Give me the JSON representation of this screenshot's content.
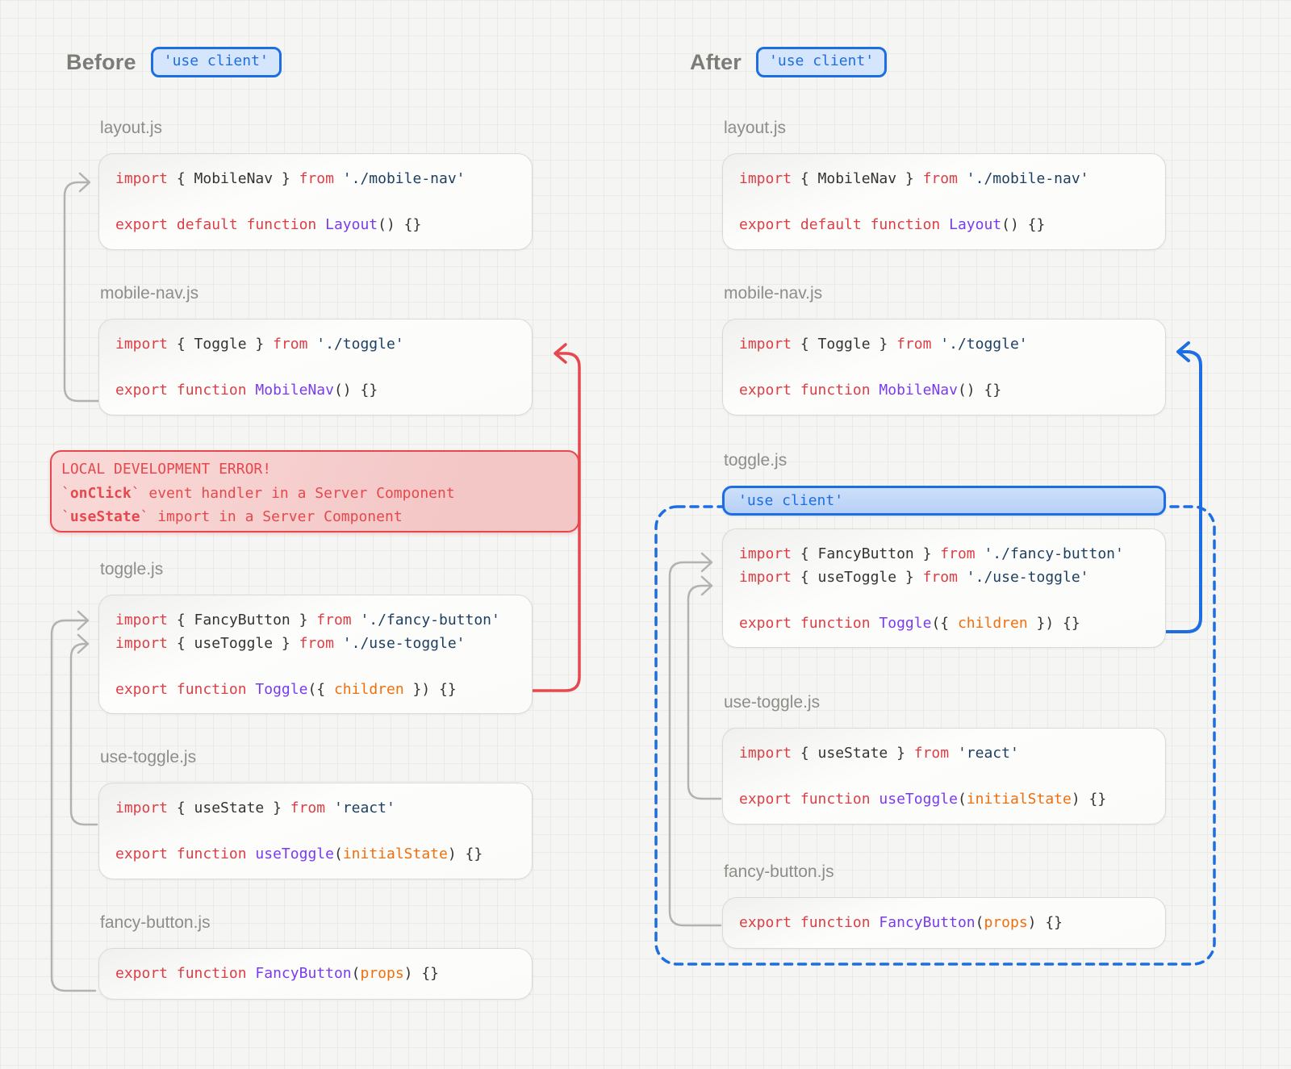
{
  "badge_label": "'use client'",
  "colors": {
    "accent_blue": "#1d6ee2",
    "error_red": "#e5484d",
    "arrow_gray": "#b4b2ae",
    "keyword_red": "#dc3e45",
    "string_navy": "#1d3f62",
    "function_purple": "#7a3bec",
    "param_orange": "#ee6f0e"
  },
  "before": {
    "heading": "Before",
    "files": [
      {
        "name": "layout.js",
        "height": 120,
        "lines": [
          {
            "gap": false,
            "tokens": [
              {
                "c": "kw",
                "t": "import"
              },
              {
                "c": "pl",
                "t": " { MobileNav } "
              },
              {
                "c": "kw",
                "t": "from"
              },
              {
                "c": "str",
                "t": " './mobile-nav'"
              }
            ]
          },
          {
            "gap": true,
            "tokens": [
              {
                "c": "kw",
                "t": "export"
              },
              {
                "c": "pl",
                "t": " "
              },
              {
                "c": "kw",
                "t": "default"
              },
              {
                "c": "pl",
                "t": " "
              },
              {
                "c": "kw",
                "t": "function"
              },
              {
                "c": "pl",
                "t": " "
              },
              {
                "c": "fn",
                "t": "Layout"
              },
              {
                "c": "pl",
                "t": "() {}"
              }
            ]
          }
        ]
      },
      {
        "name": "mobile-nav.js",
        "height": 120,
        "lines": [
          {
            "gap": false,
            "tokens": [
              {
                "c": "kw",
                "t": "import"
              },
              {
                "c": "pl",
                "t": " { Toggle } "
              },
              {
                "c": "kw",
                "t": "from"
              },
              {
                "c": "str",
                "t": " './toggle'"
              }
            ]
          },
          {
            "gap": true,
            "tokens": [
              {
                "c": "kw",
                "t": "export"
              },
              {
                "c": "pl",
                "t": " "
              },
              {
                "c": "kw",
                "t": "function"
              },
              {
                "c": "pl",
                "t": " "
              },
              {
                "c": "fn",
                "t": "MobileNav"
              },
              {
                "c": "pl",
                "t": "() {}"
              }
            ]
          }
        ]
      },
      {
        "name": "toggle.js",
        "height": 148,
        "lines": [
          {
            "gap": false,
            "tokens": [
              {
                "c": "kw",
                "t": "import"
              },
              {
                "c": "pl",
                "t": " { FancyButton } "
              },
              {
                "c": "kw",
                "t": "from"
              },
              {
                "c": "str",
                "t": " './fancy-button'"
              }
            ]
          },
          {
            "gap": false,
            "tokens": [
              {
                "c": "kw",
                "t": "import"
              },
              {
                "c": "pl",
                "t": " { useToggle } "
              },
              {
                "c": "kw",
                "t": "from"
              },
              {
                "c": "str",
                "t": " './use-toggle'"
              }
            ]
          },
          {
            "gap": true,
            "tokens": [
              {
                "c": "kw",
                "t": "export"
              },
              {
                "c": "pl",
                "t": " "
              },
              {
                "c": "kw",
                "t": "function"
              },
              {
                "c": "pl",
                "t": " "
              },
              {
                "c": "fn",
                "t": "Toggle"
              },
              {
                "c": "pl",
                "t": "({ "
              },
              {
                "c": "pm",
                "t": "children"
              },
              {
                "c": "pl",
                "t": " }) {}"
              }
            ]
          }
        ]
      },
      {
        "name": "use-toggle.js",
        "height": 120,
        "lines": [
          {
            "gap": false,
            "tokens": [
              {
                "c": "kw",
                "t": "import"
              },
              {
                "c": "pl",
                "t": " { useState } "
              },
              {
                "c": "kw",
                "t": "from"
              },
              {
                "c": "str",
                "t": " 'react'"
              }
            ]
          },
          {
            "gap": true,
            "tokens": [
              {
                "c": "kw",
                "t": "export"
              },
              {
                "c": "pl",
                "t": " "
              },
              {
                "c": "kw",
                "t": "function"
              },
              {
                "c": "pl",
                "t": " "
              },
              {
                "c": "fn",
                "t": "useToggle"
              },
              {
                "c": "pl",
                "t": "("
              },
              {
                "c": "pm",
                "t": "initialState"
              },
              {
                "c": "pl",
                "t": ") {}"
              }
            ]
          }
        ]
      },
      {
        "name": "fancy-button.js",
        "height": 64,
        "lines": [
          {
            "gap": false,
            "tokens": [
              {
                "c": "kw",
                "t": "export"
              },
              {
                "c": "pl",
                "t": " "
              },
              {
                "c": "kw",
                "t": "function"
              },
              {
                "c": "pl",
                "t": " "
              },
              {
                "c": "fn",
                "t": "FancyButton"
              },
              {
                "c": "pl",
                "t": "("
              },
              {
                "c": "pm",
                "t": "props"
              },
              {
                "c": "pl",
                "t": ") {}"
              }
            ]
          }
        ]
      }
    ],
    "error": {
      "lines": [
        [
          {
            "c": "err",
            "t": "LOCAL DEVELOPMENT ERROR!"
          }
        ],
        [
          {
            "c": "err",
            "t": "`"
          },
          {
            "c": "errb",
            "t": "onClick"
          },
          {
            "c": "err",
            "t": "` event handler in a Server Component"
          }
        ],
        [
          {
            "c": "err",
            "t": "`"
          },
          {
            "c": "errb",
            "t": "useState"
          },
          {
            "c": "err",
            "t": "` import in a Server Component"
          }
        ]
      ]
    }
  },
  "after": {
    "heading": "After",
    "banner_label": "'use client'",
    "files": [
      {
        "name": "layout.js",
        "height": 120,
        "lines": [
          {
            "gap": false,
            "tokens": [
              {
                "c": "kw",
                "t": "import"
              },
              {
                "c": "pl",
                "t": " { MobileNav } "
              },
              {
                "c": "kw",
                "t": "from"
              },
              {
                "c": "str",
                "t": " './mobile-nav'"
              }
            ]
          },
          {
            "gap": true,
            "tokens": [
              {
                "c": "kw",
                "t": "export"
              },
              {
                "c": "pl",
                "t": " "
              },
              {
                "c": "kw",
                "t": "default"
              },
              {
                "c": "pl",
                "t": " "
              },
              {
                "c": "kw",
                "t": "function"
              },
              {
                "c": "pl",
                "t": " "
              },
              {
                "c": "fn",
                "t": "Layout"
              },
              {
                "c": "pl",
                "t": "() {}"
              }
            ]
          }
        ]
      },
      {
        "name": "mobile-nav.js",
        "height": 120,
        "lines": [
          {
            "gap": false,
            "tokens": [
              {
                "c": "kw",
                "t": "import"
              },
              {
                "c": "pl",
                "t": " { Toggle } "
              },
              {
                "c": "kw",
                "t": "from"
              },
              {
                "c": "str",
                "t": " './toggle'"
              }
            ]
          },
          {
            "gap": true,
            "tokens": [
              {
                "c": "kw",
                "t": "export"
              },
              {
                "c": "pl",
                "t": " "
              },
              {
                "c": "kw",
                "t": "function"
              },
              {
                "c": "pl",
                "t": " "
              },
              {
                "c": "fn",
                "t": "MobileNav"
              },
              {
                "c": "pl",
                "t": "() {}"
              }
            ]
          }
        ]
      },
      {
        "name": "toggle.js",
        "height": 148,
        "banner": true,
        "lines": [
          {
            "gap": false,
            "tokens": [
              {
                "c": "kw",
                "t": "import"
              },
              {
                "c": "pl",
                "t": " { FancyButton } "
              },
              {
                "c": "kw",
                "t": "from"
              },
              {
                "c": "str",
                "t": " './fancy-button'"
              }
            ]
          },
          {
            "gap": false,
            "tokens": [
              {
                "c": "kw",
                "t": "import"
              },
              {
                "c": "pl",
                "t": " { useToggle } "
              },
              {
                "c": "kw",
                "t": "from"
              },
              {
                "c": "str",
                "t": " './use-toggle'"
              }
            ]
          },
          {
            "gap": true,
            "tokens": [
              {
                "c": "kw",
                "t": "export"
              },
              {
                "c": "pl",
                "t": " "
              },
              {
                "c": "kw",
                "t": "function"
              },
              {
                "c": "pl",
                "t": " "
              },
              {
                "c": "fn",
                "t": "Toggle"
              },
              {
                "c": "pl",
                "t": "({ "
              },
              {
                "c": "pm",
                "t": "children"
              },
              {
                "c": "pl",
                "t": " }) {}"
              }
            ]
          }
        ]
      },
      {
        "name": "use-toggle.js",
        "height": 120,
        "lines": [
          {
            "gap": false,
            "tokens": [
              {
                "c": "kw",
                "t": "import"
              },
              {
                "c": "pl",
                "t": " { useState } "
              },
              {
                "c": "kw",
                "t": "from"
              },
              {
                "c": "str",
                "t": " 'react'"
              }
            ]
          },
          {
            "gap": true,
            "tokens": [
              {
                "c": "kw",
                "t": "export"
              },
              {
                "c": "pl",
                "t": " "
              },
              {
                "c": "kw",
                "t": "function"
              },
              {
                "c": "pl",
                "t": " "
              },
              {
                "c": "fn",
                "t": "useToggle"
              },
              {
                "c": "pl",
                "t": "("
              },
              {
                "c": "pm",
                "t": "initialState"
              },
              {
                "c": "pl",
                "t": ") {}"
              }
            ]
          }
        ]
      },
      {
        "name": "fancy-button.js",
        "height": 64,
        "lines": [
          {
            "gap": false,
            "tokens": [
              {
                "c": "kw",
                "t": "export"
              },
              {
                "c": "pl",
                "t": " "
              },
              {
                "c": "kw",
                "t": "function"
              },
              {
                "c": "pl",
                "t": " "
              },
              {
                "c": "fn",
                "t": "FancyButton"
              },
              {
                "c": "pl",
                "t": "("
              },
              {
                "c": "pm",
                "t": "props"
              },
              {
                "c": "pl",
                "t": ") {}"
              }
            ]
          }
        ]
      }
    ]
  },
  "arrows": [
    {
      "panel": "before",
      "from": "mobile-nav.js",
      "to": "layout.js",
      "color": "gray"
    },
    {
      "panel": "before",
      "from": "fancy-button.js",
      "to": "toggle.js",
      "color": "gray"
    },
    {
      "panel": "before",
      "from": "use-toggle.js",
      "to": "toggle.js",
      "color": "gray"
    },
    {
      "panel": "before",
      "from": "toggle.js",
      "to": "mobile-nav.js",
      "color": "red"
    },
    {
      "panel": "after",
      "from": "mobile-nav.js",
      "to": "layout.js",
      "color": "gray"
    },
    {
      "panel": "after",
      "from": "fancy-button.js",
      "to": "toggle.js",
      "color": "gray"
    },
    {
      "panel": "after",
      "from": "use-toggle.js",
      "to": "toggle.js",
      "color": "gray"
    },
    {
      "panel": "after",
      "from": "toggle.js",
      "to": "mobile-nav.js",
      "color": "blue"
    }
  ]
}
